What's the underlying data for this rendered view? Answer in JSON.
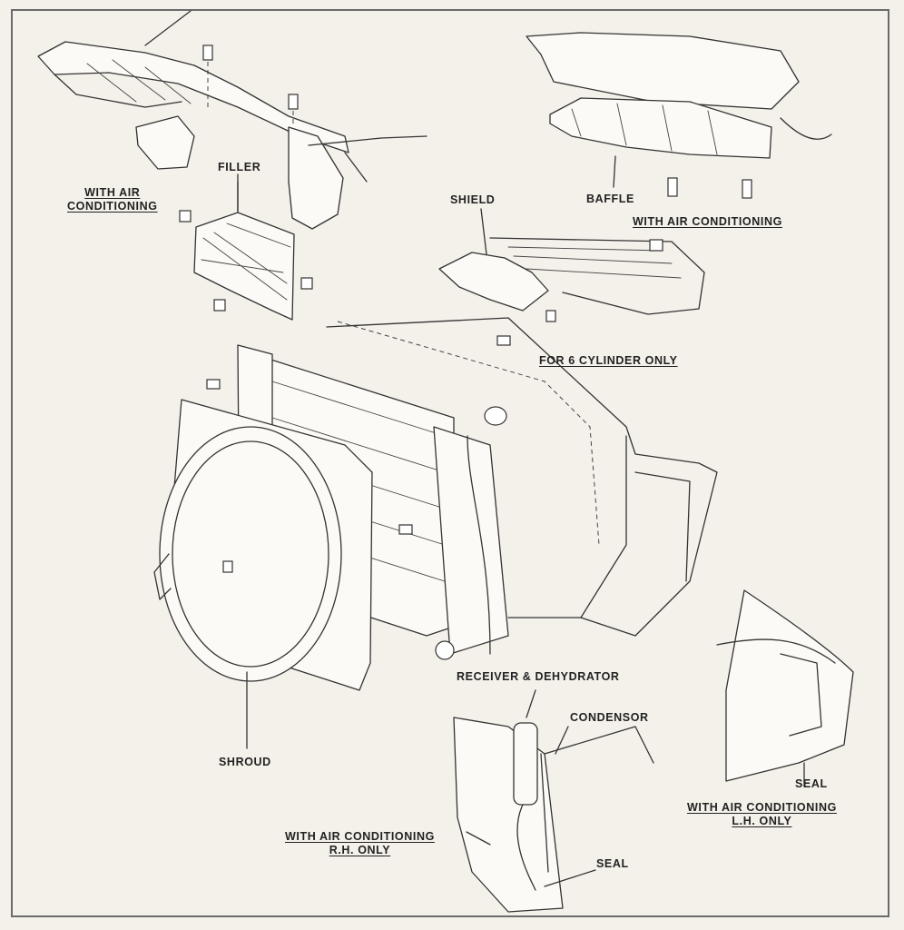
{
  "labels": {
    "with_air_conditioning_top_left": [
      "WITH AIR",
      "CONDITIONING"
    ],
    "filler": "FILLER",
    "shield": "SHIELD",
    "baffle": "BAFFLE",
    "with_air_conditioning_top_right": "WITH AIR CONDITIONING",
    "for_6_cylinder_only": "FOR 6 CYLINDER ONLY",
    "receiver_dehydrator": "RECEIVER & DEHYDRATOR",
    "condensor": "CONDENSOR",
    "shroud": "SHROUD",
    "seal_right": "SEAL",
    "with_air_conditioning_lh_only": [
      "WITH AIR CONDITIONING",
      "L.H. ONLY"
    ],
    "with_air_conditioning_rh_only": [
      "WITH AIR CONDITIONING",
      "R.H. ONLY"
    ],
    "seal_bottom": "SEAL"
  }
}
